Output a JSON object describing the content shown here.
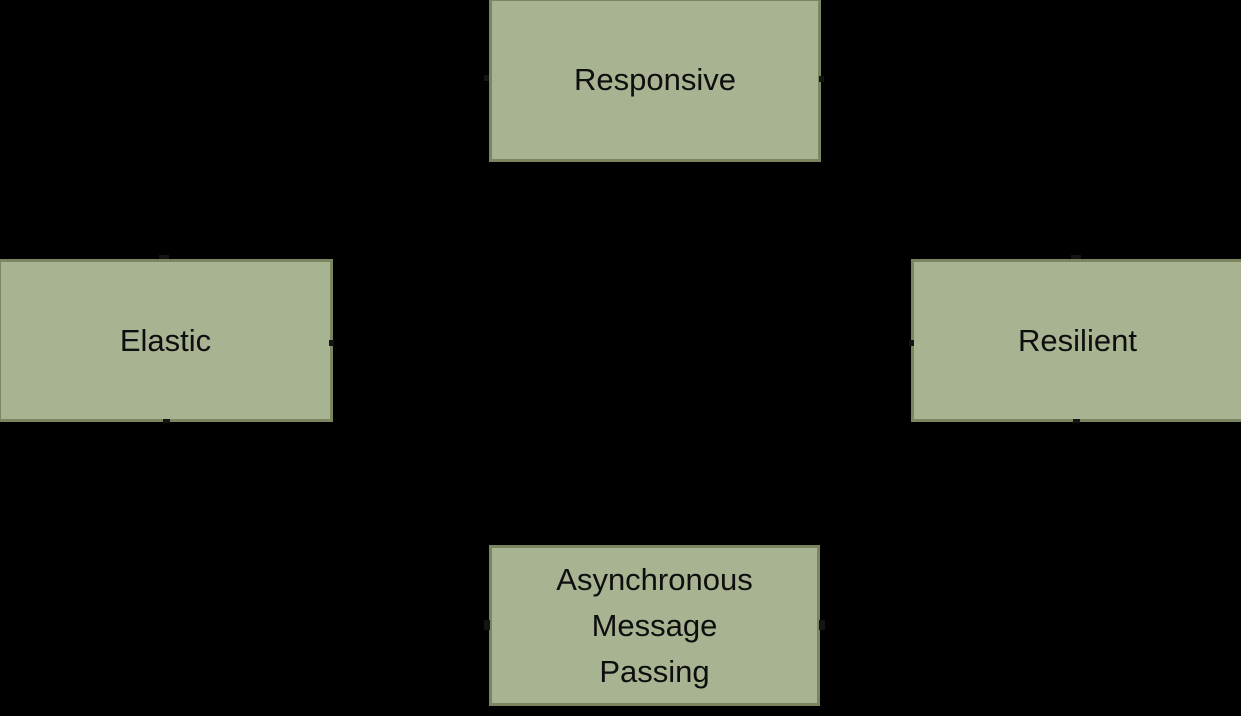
{
  "diagram": {
    "background_color": "#000000",
    "node_fill_color": "#a7b391",
    "node_border_color": "#7b855f",
    "node_text_color": "#0e0e0e",
    "connector_color": "#000000",
    "nodes": [
      {
        "id": "responsive",
        "label": "Responsive",
        "lines": [
          "Responsive"
        ]
      },
      {
        "id": "elastic",
        "label": "Elastic",
        "lines": [
          "Elastic"
        ]
      },
      {
        "id": "resilient",
        "label": "Resilient",
        "lines": [
          "Resilient"
        ]
      },
      {
        "id": "async-message-passing",
        "label": "Asynchronous Message Passing",
        "lines": [
          "Asynchronous",
          "Message",
          "Passing"
        ]
      }
    ],
    "connectors": [
      {
        "from": "elastic-top",
        "to": "responsive-left",
        "arrow": "double"
      },
      {
        "from": "resilient-top",
        "to": "responsive-right",
        "arrow": "double"
      },
      {
        "from": "elastic-right",
        "to": "resilient-left",
        "arrow": "double"
      },
      {
        "from": "elastic-bottom",
        "to": "async-message-passing-left",
        "arrow": "double"
      },
      {
        "from": "resilient-bottom",
        "to": "async-message-passing-right",
        "arrow": "double"
      }
    ]
  }
}
